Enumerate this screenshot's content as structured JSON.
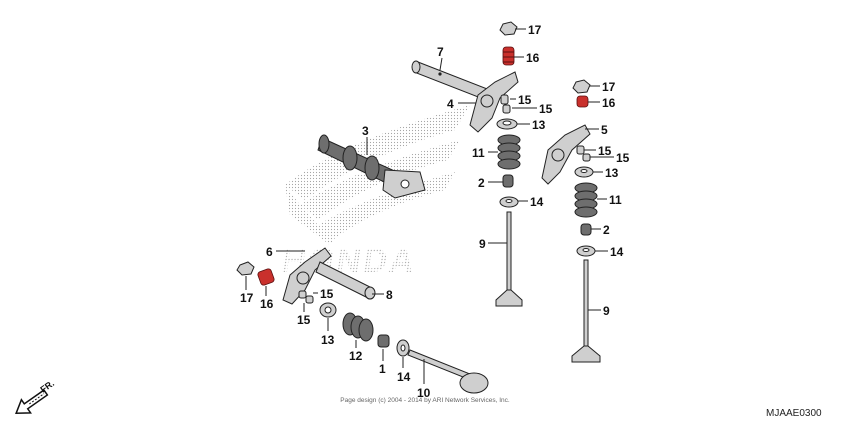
{
  "diagram": {
    "watermark_brand": "HONDA",
    "copyright": "Page design (c) 2004 - 2014 by ARI Network Services, Inc.",
    "diagram_code": "MJAAE0300",
    "direction_label": "FR.",
    "callouts": {
      "c1": "17",
      "c2": "16",
      "c3": "7",
      "c4": "15",
      "c5": "4",
      "c6": "15",
      "c7": "3",
      "c8": "13",
      "c9": "17",
      "c10": "16",
      "c11": "5",
      "c12": "15",
      "c13": "15",
      "c14": "11",
      "c15": "13",
      "c16": "2",
      "c17": "14",
      "c18": "11",
      "c19": "2",
      "c20": "9",
      "c21": "14",
      "c22": "6",
      "c23": "8",
      "c24": "17",
      "c25": "16",
      "c26": "15",
      "c27": "15",
      "c28": "13",
      "c29": "12",
      "c30": "1",
      "c31": "14",
      "c32": "10",
      "c33": "9"
    }
  }
}
